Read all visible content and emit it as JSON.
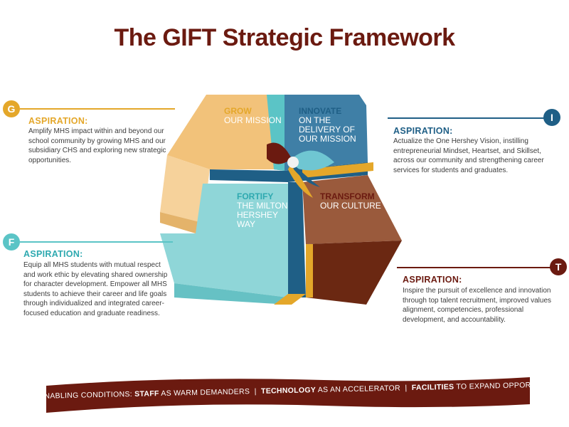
{
  "title": "The GIFT Strategic Framework",
  "colors": {
    "title": "#6b1a10",
    "grow": "#e4a72a",
    "innovate": "#1f5f86",
    "fortify": "#5bc4c6",
    "transform": "#6b1a10"
  },
  "quadrants": {
    "grow": {
      "key": "GROW",
      "rest": "OUR MISSION"
    },
    "innovate": {
      "key": "INNOVATE",
      "rest": "ON THE DELIVERY OF OUR MISSION"
    },
    "fortify": {
      "key": "FORTIFY",
      "rest": "THE MILTON HERSHEY WAY"
    },
    "transform": {
      "key": "TRANSFORM",
      "rest": "OUR CULTURE"
    }
  },
  "aspirations": {
    "g": {
      "letter": "G",
      "heading": "ASPIRATION:",
      "text": "Amplify MHS impact within and beyond our school community by growing MHS and our subsidiary CHS and exploring new strategic opportunities."
    },
    "i": {
      "letter": "I",
      "heading": "ASPIRATION:",
      "text": "Actualize the One Hershey Vision, instilling entrepreneurial Mindset, Heartset, and Skillset, across our community and strengthening career services for students and graduates."
    },
    "f": {
      "letter": "F",
      "heading": "ASPIRATION:",
      "text": "Equip all MHS students with mutual respect and work ethic by elevating shared ownership for character development. Empower all MHS students to achieve their career and life goals through individualized and integrated career-focused education and graduate readiness."
    },
    "t": {
      "letter": "T",
      "heading": "ASPIRATION:",
      "text": "Inspire the pursuit of excellence and innovation through top talent recruitment, improved values alignment, competencies, professional development, and accountability."
    }
  },
  "banner": {
    "lead": "ENABLING CONDITIONS:",
    "staff_key": "STAFF",
    "staff_rest": "AS WARM DEMANDERS",
    "tech_key": "TECHNOLOGY",
    "tech_rest": "AS AN ACCELERATOR",
    "fac_key": "FACILITIES",
    "fac_rest": "TO EXPAND OPPORTUNITIES",
    "sep": "|"
  }
}
